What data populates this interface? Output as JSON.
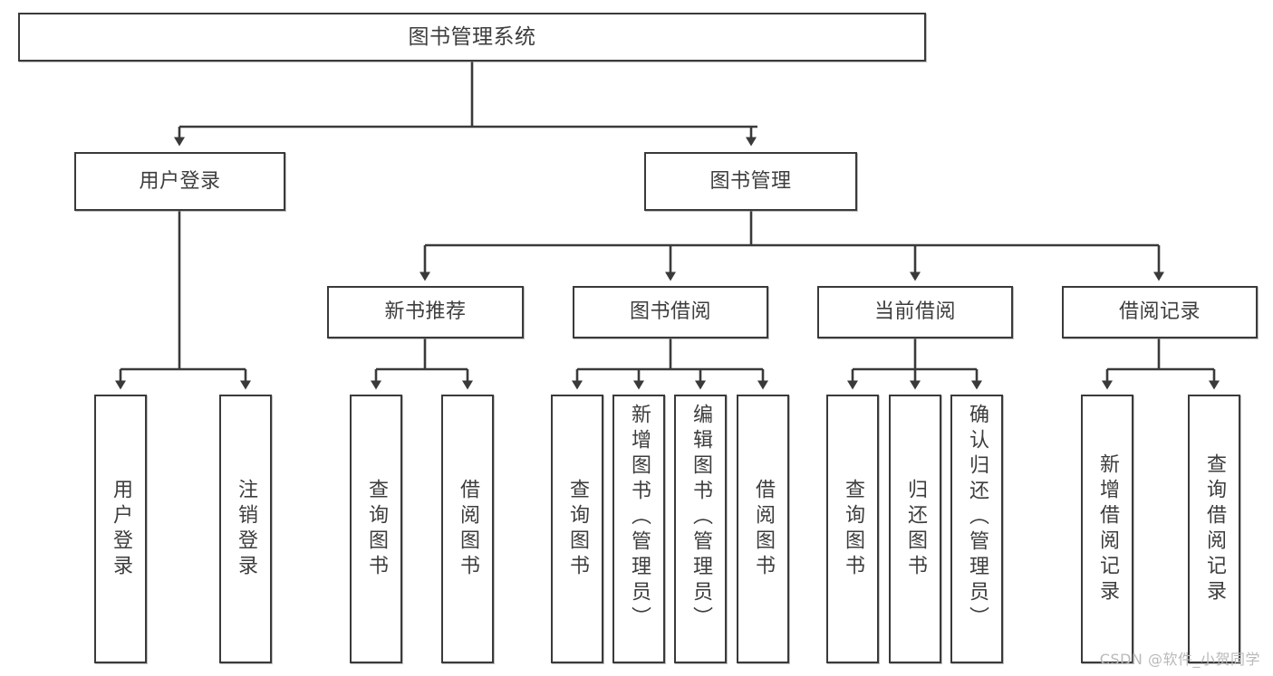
{
  "diagram": {
    "title": "图书管理系统",
    "watermark": "CSDN @软件_小贺同学",
    "line_color": "#3a3a3a",
    "text_color": "#3d3d3d",
    "background": "#ffffff",
    "watermark_color": "#b9b9b9"
  },
  "root": {
    "label": "图书管理系统"
  },
  "level2": [
    {
      "label": "用户登录"
    },
    {
      "label": "图书管理"
    }
  ],
  "level3": [
    {
      "label": "新书推荐"
    },
    {
      "label": "图书借阅"
    },
    {
      "label": "当前借阅"
    },
    {
      "label": "借阅记录"
    }
  ],
  "leaves": {
    "user_login": [
      {
        "label": "用户登录"
      },
      {
        "label": "注销登录"
      }
    ],
    "new_book_recommend": [
      {
        "label": "查询图书"
      },
      {
        "label": "借阅图书"
      }
    ],
    "book_borrow": [
      {
        "label": "查询图书"
      },
      {
        "label": "新增图书（管理员）"
      },
      {
        "label": "编辑图书（管理员）"
      },
      {
        "label": "借阅图书"
      }
    ],
    "current_borrow": [
      {
        "label": "查询图书"
      },
      {
        "label": "归还图书"
      },
      {
        "label": "确认归还（管理员）"
      }
    ],
    "borrow_record": [
      {
        "label": "新增借阅记录"
      },
      {
        "label": "查询借阅记录"
      }
    ]
  }
}
